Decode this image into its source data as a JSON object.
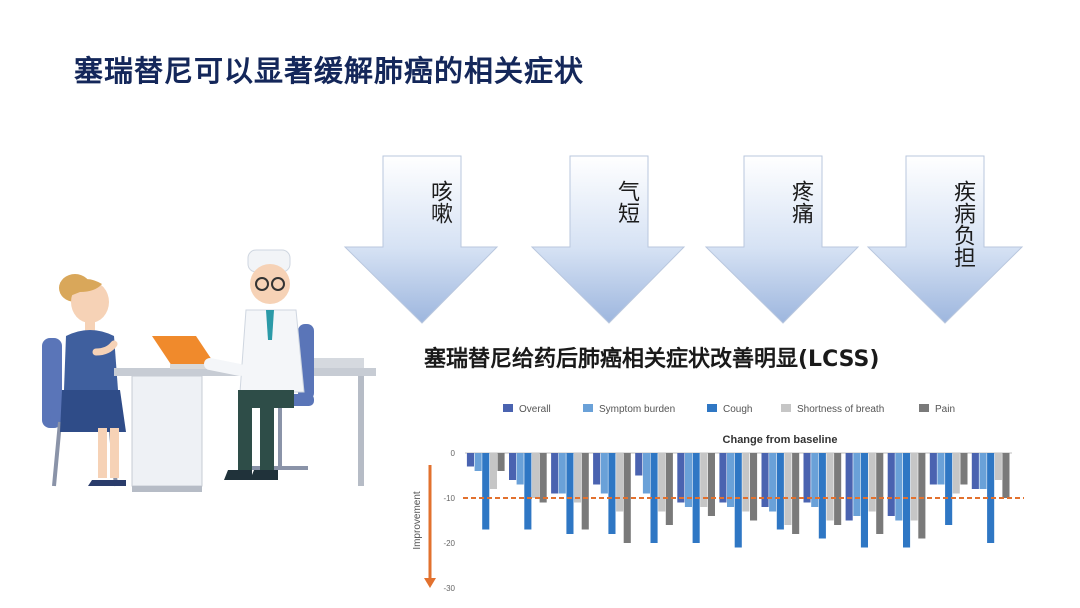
{
  "title": "塞瑞替尼可以显著缓解肺癌的相关症状",
  "symptoms": [
    {
      "label": "咳嗽"
    },
    {
      "label": "气短"
    },
    {
      "label": "疼痛"
    },
    {
      "label": "疾病负担"
    }
  ],
  "chart_heading": "塞瑞替尼给药后肺癌相关症状改善明显(LCSS)",
  "chart_data": {
    "type": "bar",
    "title": "Change from baseline",
    "ylabel": "Improvement",
    "ylim": [
      -30,
      0
    ],
    "yticks": [
      0,
      -10,
      -20,
      -30
    ],
    "reference_line": -10,
    "colors": {
      "Overall": "#4a63b0",
      "Symptom burden": "#6aa1d8",
      "Cough": "#2f77c4",
      "Shortness of breath": "#c6c6c6",
      "Pain": "#7a7a7a",
      "reference": "#e2712e"
    },
    "series": [
      {
        "name": "Overall",
        "values": [
          -3,
          -6,
          -9,
          -7,
          -5,
          -11,
          -11,
          -12,
          -11,
          -15,
          -14,
          -7,
          -8
        ]
      },
      {
        "name": "Symptom burden",
        "values": [
          -4,
          -7,
          -9,
          -9,
          -9,
          -12,
          -12,
          -13,
          -12,
          -14,
          -15,
          -7,
          -8
        ]
      },
      {
        "name": "Cough",
        "values": [
          -17,
          -17,
          -18,
          -18,
          -20,
          -20,
          -21,
          -17,
          -19,
          -21,
          -21,
          -16,
          -20
        ]
      },
      {
        "name": "Shortness of breath",
        "values": [
          -8,
          -10,
          -11,
          -13,
          -13,
          -12,
          -13,
          -16,
          -15,
          -13,
          -15,
          -9,
          -6
        ]
      },
      {
        "name": "Pain",
        "values": [
          -4,
          -11,
          -17,
          -20,
          -16,
          -14,
          -15,
          -18,
          -16,
          -18,
          -19,
          -7,
          -10
        ]
      }
    ]
  }
}
